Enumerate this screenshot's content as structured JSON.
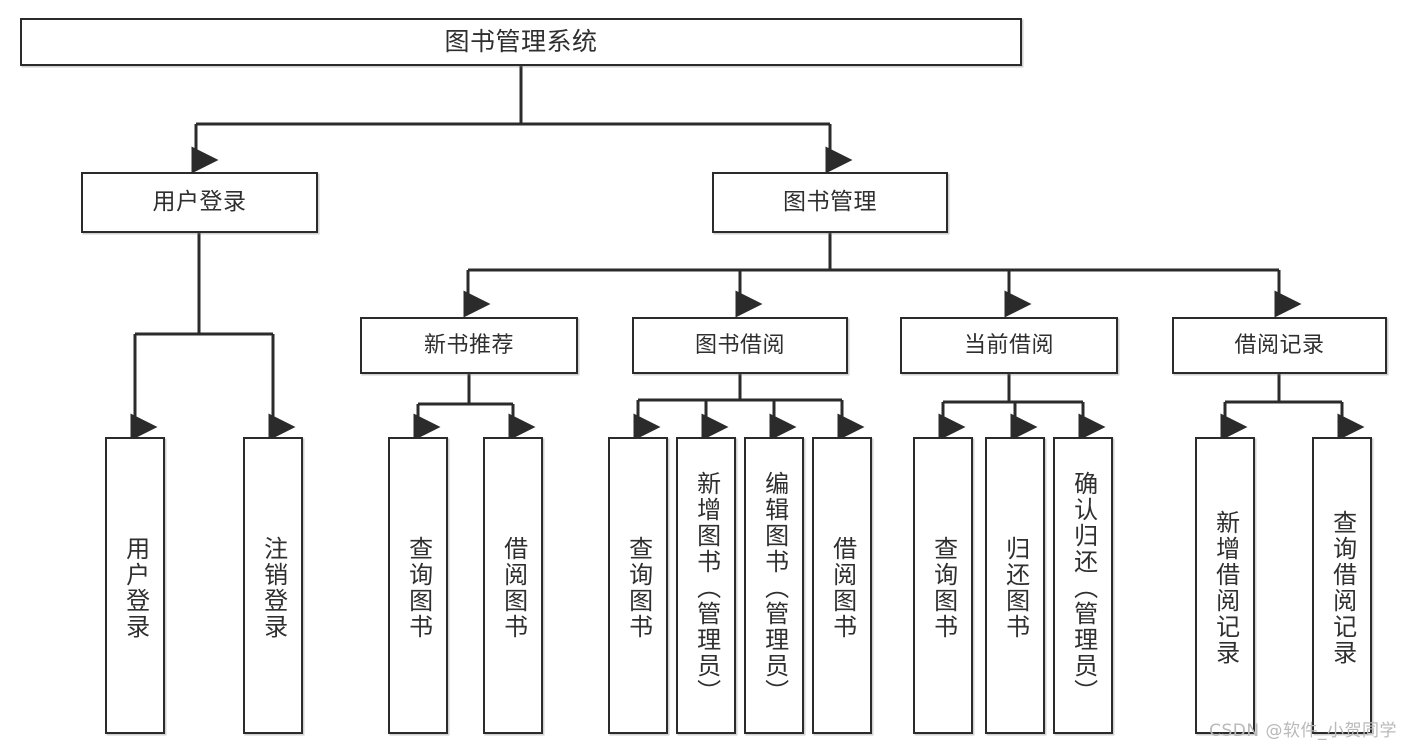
{
  "diagram": {
    "title": "图书管理系统",
    "watermark": "CSDN @软件_小贺同学",
    "colors": {
      "stroke": "#2b2b2b",
      "text": "#2f2f2f",
      "background": "#ffffff",
      "watermark": "#b9b9b9"
    },
    "root": {
      "label": "图书管理系统"
    },
    "level2": [
      {
        "label": "用户登录"
      },
      {
        "label": "图书管理"
      }
    ],
    "level3": [
      {
        "label": "新书推荐"
      },
      {
        "label": "图书借阅"
      },
      {
        "label": "当前借阅"
      },
      {
        "label": "借阅记录"
      }
    ],
    "leaves": {
      "user_login": [
        {
          "label": "用户登录"
        },
        {
          "label": "注销登录"
        }
      ],
      "new_book_recommend": [
        {
          "label": "查询图书"
        },
        {
          "label": "借阅图书"
        }
      ],
      "book_borrow": [
        {
          "label": "查询图书"
        },
        {
          "label": "新增图书（管理员）"
        },
        {
          "label": "编辑图书（管理员）"
        },
        {
          "label": "借阅图书"
        }
      ],
      "current_borrow": [
        {
          "label": "查询图书"
        },
        {
          "label": "归还图书"
        },
        {
          "label": "确认归还（管理员）"
        }
      ],
      "borrow_record": [
        {
          "label": "新增借阅记录"
        },
        {
          "label": "查询借阅记录"
        }
      ]
    }
  }
}
